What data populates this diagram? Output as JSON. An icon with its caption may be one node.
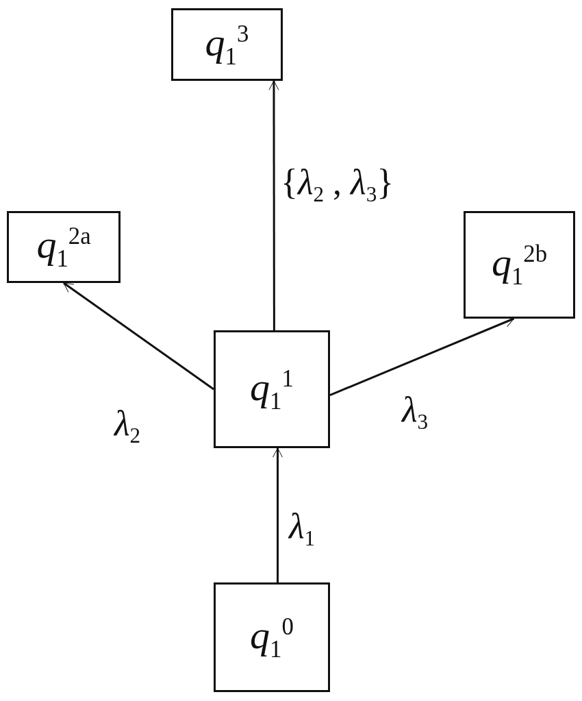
{
  "diagram": {
    "nodes": [
      {
        "text": [
          "*q*$_{1}$$^{3}$"
        ]
      },
      {
        "text": [
          "*q*$_{1}$$^{2a}$"
        ]
      },
      {
        "text": [
          "*q*$_{1}$$^{2b}$"
        ]
      },
      {
        "text": [
          "*q*$_{1}$$^{1}$"
        ]
      },
      {
        "text": [
          "*q*$_{1}$$^{0}$"
        ]
      }
    ],
    "edges": [
      {
        "from": 4,
        "to": 3,
        "arrow": "to",
        "label": "*λ*$_{1}$"
      },
      {
        "from": 3,
        "to": 1,
        "arrow": "to",
        "label": "*λ*$_{2}$"
      },
      {
        "from": 3,
        "to": 0,
        "arrow": "to",
        "label": "{*λ*$_{2}$ , *λ*$_{3}$}"
      },
      {
        "from": 3,
        "to": 2,
        "arrow": "to",
        "label": "*λ*$_{3}$"
      }
    ]
  }
}
